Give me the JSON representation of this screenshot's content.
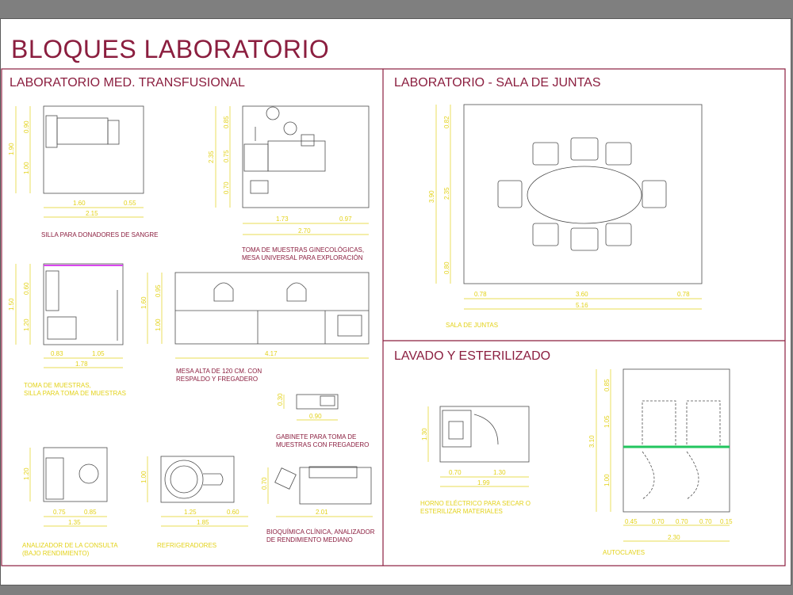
{
  "header": {
    "title": "BLOQUES LABORATORIO"
  },
  "sections": {
    "transfusional": "LABORATORIO MED. TRANSFUSIONAL",
    "juntas": "LABORATORIO - SALA DE JUNTAS",
    "lavado": "LAVADO Y ESTERILIZADO"
  },
  "captions": {
    "silla_donadores": "SILLA PARA DONADORES DE SANGRE",
    "toma_gineco": "TOMA DE MUESTRAS GINECOLÓGICAS,\nMESA UNIVERSAL PARA EXPLORACIÓN",
    "toma_muestras": "TOMA DE MUESTRAS,\nSILLA PARA TOMA DE MUESTRAS",
    "mesa_alta": "MESA ALTA DE 120 CM. CON\nRESPALDO Y FREGADERO",
    "gabinete": "GABINETE PARA TOMA DE\nMUESTRAS CON FREGADERO",
    "analizador": "BIOQUÍMICA CLÍNICA, ANALIZADOR\nDE RENDIMIENTO MEDIANO",
    "consulta": "ANALIZADOR DE LA CONSULTA\n(BAJO RENDIMIENTO)",
    "refrigeradores": "REFRIGERADORES",
    "sala_juntas": "SALA DE JUNTAS",
    "horno": "HORNO ELÉCTRICO PARA SECAR O\nESTERILIZAR MATERIALES",
    "autoclave": "AUTOCLAVES"
  },
  "dimensions": {
    "d_160": "1.60",
    "d_055": "0.55",
    "d_215": "2.15",
    "d_090": "0.90",
    "d_100": "1.00",
    "d_070": "0.70",
    "d_190": "1.90",
    "d_173": "1.73",
    "d_097": "0.97",
    "d_270": "2.70",
    "d_085": "0.85",
    "d_075": "0.75",
    "d_235": "2.35",
    "d_083": "0.83",
    "d_105": "1.05",
    "d_178": "1.78",
    "d_060": "0.60",
    "d_150": "1.50",
    "d_120": "1.20",
    "d_160b": "1.60",
    "d_417": "4.17",
    "d_095": "0.95",
    "d_030": "0.30",
    "d_075b": "0.75",
    "d_085b": "0.85",
    "d_135": "1.35",
    "d_120b": "1.20",
    "d_125": "1.25",
    "d_060b": "0.60",
    "d_185": "1.85",
    "d_100b": "1.00",
    "d_201": "2.01",
    "d_070b": "0.70",
    "d_378": "0.78",
    "d_360": "3.60",
    "d_378b": "0.78",
    "d_516": "5.16",
    "d_082": "0.82",
    "d_235b": "2.35",
    "d_080": "0.80",
    "d_390": "3.90",
    "d_070c": "0.70",
    "d_130": "1.30",
    "d_199": "1.99",
    "d_130b": "1.30",
    "d_045": "0.45",
    "d_070d": "0.70",
    "d_070e": "0.70",
    "d_070f": "0.70",
    "d_015": "0.15",
    "d_230": "2.30",
    "d_085c": "0.85",
    "d_105b": "1.05",
    "d_100c": "1.00",
    "d_310": "3.10"
  },
  "colors": {
    "title": "#8b1e3f",
    "dimension": "#e3d21a",
    "line": "#4d4d4d",
    "accent_green": "#22c55e",
    "accent_magenta": "#d946ef"
  }
}
